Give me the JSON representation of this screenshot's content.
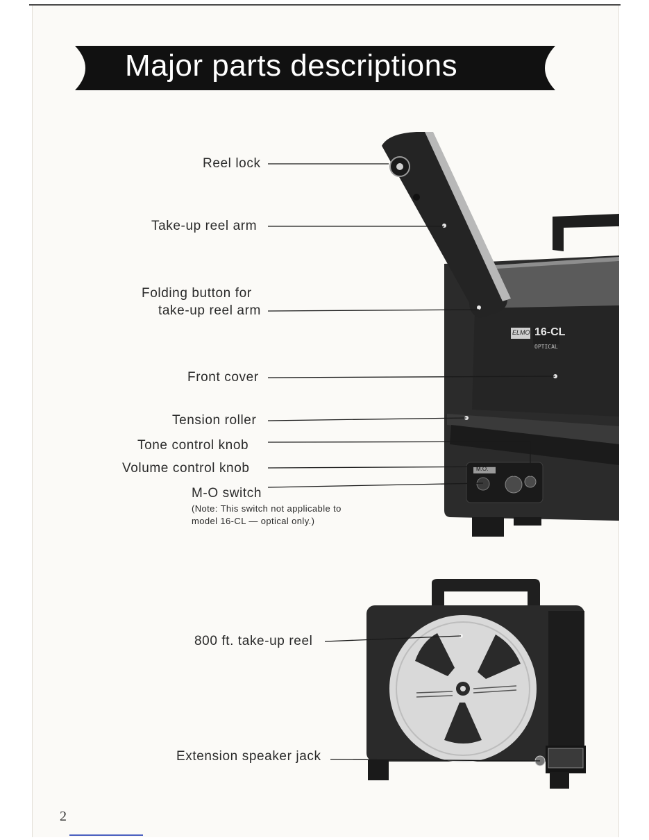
{
  "title": "Major parts descriptions",
  "labels": {
    "reel_lock": "Reel lock",
    "takeup_reel_arm": "Take-up reel arm",
    "folding_button_1": "Folding button for",
    "folding_button_2": "take-up reel arm",
    "front_cover": "Front cover",
    "tension_roller": "Tension roller",
    "tone_control_knob": "Tone control knob",
    "volume_control_knob": "Volume control knob",
    "mo_switch": "M-O switch",
    "note_line1": "(Note: This switch not applicable to",
    "note_line2": "model 16-CL — optical only.)",
    "takeup_reel_800": "800 ft. take-up reel",
    "ext_speaker_jack": "Extension speaker jack"
  },
  "device": {
    "brand": "ELMO",
    "model": "16-CL",
    "subtitle": "OPTICAL",
    "mo_panel_label": "M.O."
  },
  "page_number": "2",
  "colors": {
    "banner": "#111111",
    "projector_body": "#2a2a2a",
    "reel": "#d9d9d9"
  }
}
